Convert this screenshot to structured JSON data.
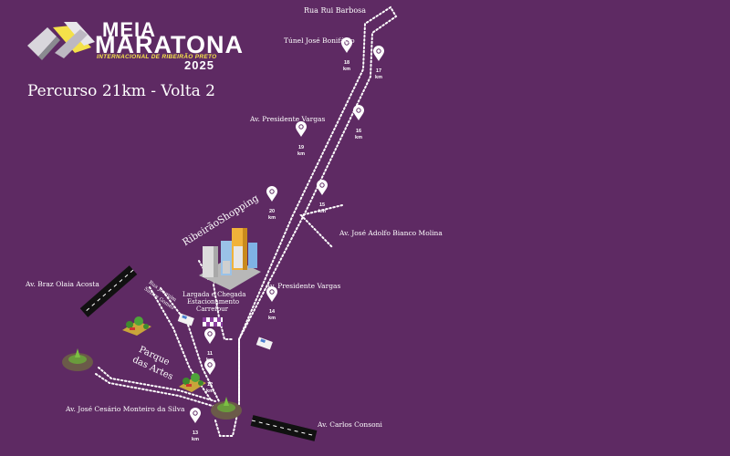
{
  "logo": {
    "word1": "MEIA",
    "word2": "MARATONA",
    "subtitle": "INTERNACIONAL DE RIBEIRÃO PRETO",
    "year": "2025"
  },
  "route_title": "Percurso 21km - Volta 2",
  "streets": {
    "rui_barbosa": "Rua Rui Barbosa",
    "tunel": "Túnel José Bonifácio",
    "pres_vargas_top": "Av. Presidente Vargas",
    "adolfo": "Av. José Adolfo Bianco Molina",
    "pres_vargas_mid": "Av. Presidente Vargas",
    "braz": "Av. Braz Olaia Acosta",
    "cesario": "Av. José Cesário Monteiro da Silva",
    "consoni": "Av. Carlos Consoni",
    "joaquim_line1": "Rua Joaquim",
    "joaquim_line2": "Sastre Gomes"
  },
  "places": {
    "shopping": "RibeirãoShopping",
    "parque": "Parque",
    "parque2": "das Artes",
    "start_line1": "Largada e Chegada",
    "start_line2": "Estacionamento",
    "start_line3": "Carrefour"
  },
  "markers": [
    {
      "id": "km11",
      "num": "11",
      "unit": "km"
    },
    {
      "id": "km12",
      "num": "12",
      "unit": "km"
    },
    {
      "id": "km13",
      "num": "13",
      "unit": "km"
    },
    {
      "id": "km14",
      "num": "14",
      "unit": "km"
    },
    {
      "id": "km15",
      "num": "15",
      "unit": "km"
    },
    {
      "id": "km16",
      "num": "16",
      "unit": "km"
    },
    {
      "id": "km17",
      "num": "17",
      "unit": "km"
    },
    {
      "id": "km18",
      "num": "18",
      "unit": "km"
    },
    {
      "id": "km19",
      "num": "19",
      "unit": "km"
    },
    {
      "id": "km20",
      "num": "20",
      "unit": "km"
    }
  ],
  "colors": {
    "background": "#5e2a63",
    "route": "#ffffff",
    "brand_yellow": "#f4e14a"
  }
}
